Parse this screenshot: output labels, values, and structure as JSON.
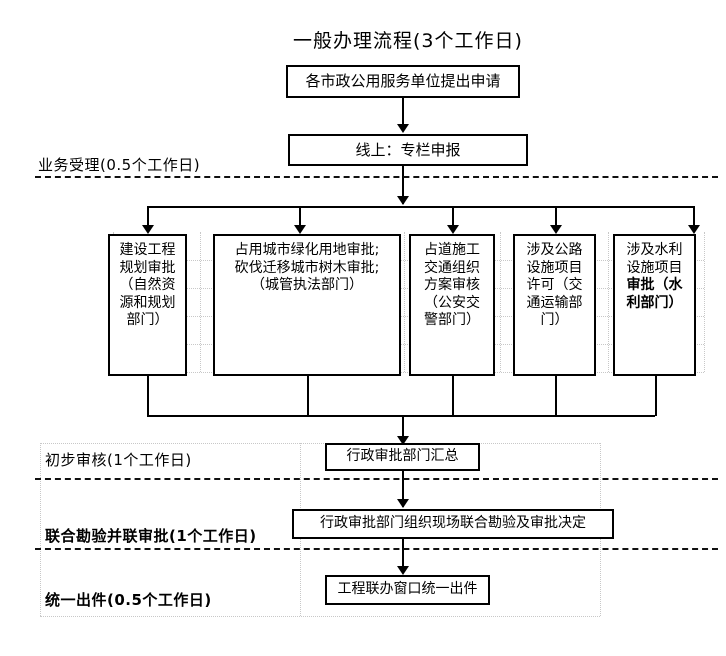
{
  "diagram": {
    "title": "一般办理流程(3个工作日)",
    "stages": [
      {
        "id": "intake",
        "label": "业务受理(0.5个工作日)",
        "bold": false
      },
      {
        "id": "review",
        "label": "初步审核(1个工作日)",
        "bold": false
      },
      {
        "id": "joint",
        "label": "联合勘验并联审批(1个工作日)",
        "bold": true
      },
      {
        "id": "issue",
        "label": "统一出件(0.5个工作日)",
        "bold": true
      }
    ],
    "nodes": {
      "apply": "各市政公用服务单位提出申请",
      "online": "线上：专栏申报",
      "summary": "行政审批部门汇总",
      "survey": "行政审批部门组织现场联合勘验及审批决定",
      "output": "工程联办窗口统一出件"
    },
    "parallel_boxes": [
      {
        "id": "planning",
        "lines": [
          {
            "text": "建设工程",
            "bold": false
          },
          {
            "text": "规划审批",
            "bold": false
          },
          {
            "text": "（自然资",
            "bold": false
          },
          {
            "text": "源和规划",
            "bold": false
          },
          {
            "text": "部门）",
            "bold": false
          }
        ]
      },
      {
        "id": "greening",
        "lines": [
          {
            "text": "占用城市绿化用地审批;",
            "bold": false
          },
          {
            "text": "砍伐迁移城市树木审批;",
            "bold": false
          },
          {
            "text": "（城管执法部门）",
            "bold": false
          }
        ]
      },
      {
        "id": "traffic",
        "lines": [
          {
            "text": "占道施工",
            "bold": false
          },
          {
            "text": "交通组织",
            "bold": false
          },
          {
            "text": "方案审核",
            "bold": false
          },
          {
            "text": "（公安交",
            "bold": false
          },
          {
            "text": "警部门）",
            "bold": false
          }
        ]
      },
      {
        "id": "highway",
        "lines": [
          {
            "text": "涉及公路",
            "bold": false
          },
          {
            "text": "设施项目",
            "bold": false
          },
          {
            "text": "许可（交",
            "bold": false
          },
          {
            "text": "通运输部",
            "bold": false
          },
          {
            "text": "门）",
            "bold": false
          }
        ]
      },
      {
        "id": "water",
        "lines": [
          {
            "text": "涉及水利",
            "bold": false
          },
          {
            "text": "设施项目",
            "bold": false
          },
          {
            "text": "审批（水",
            "bold": true
          },
          {
            "text": "利部门）",
            "bold": true
          }
        ]
      }
    ],
    "colors": {
      "line": "#000000",
      "guide": "#c8c8c8",
      "background": "#ffffff"
    }
  }
}
